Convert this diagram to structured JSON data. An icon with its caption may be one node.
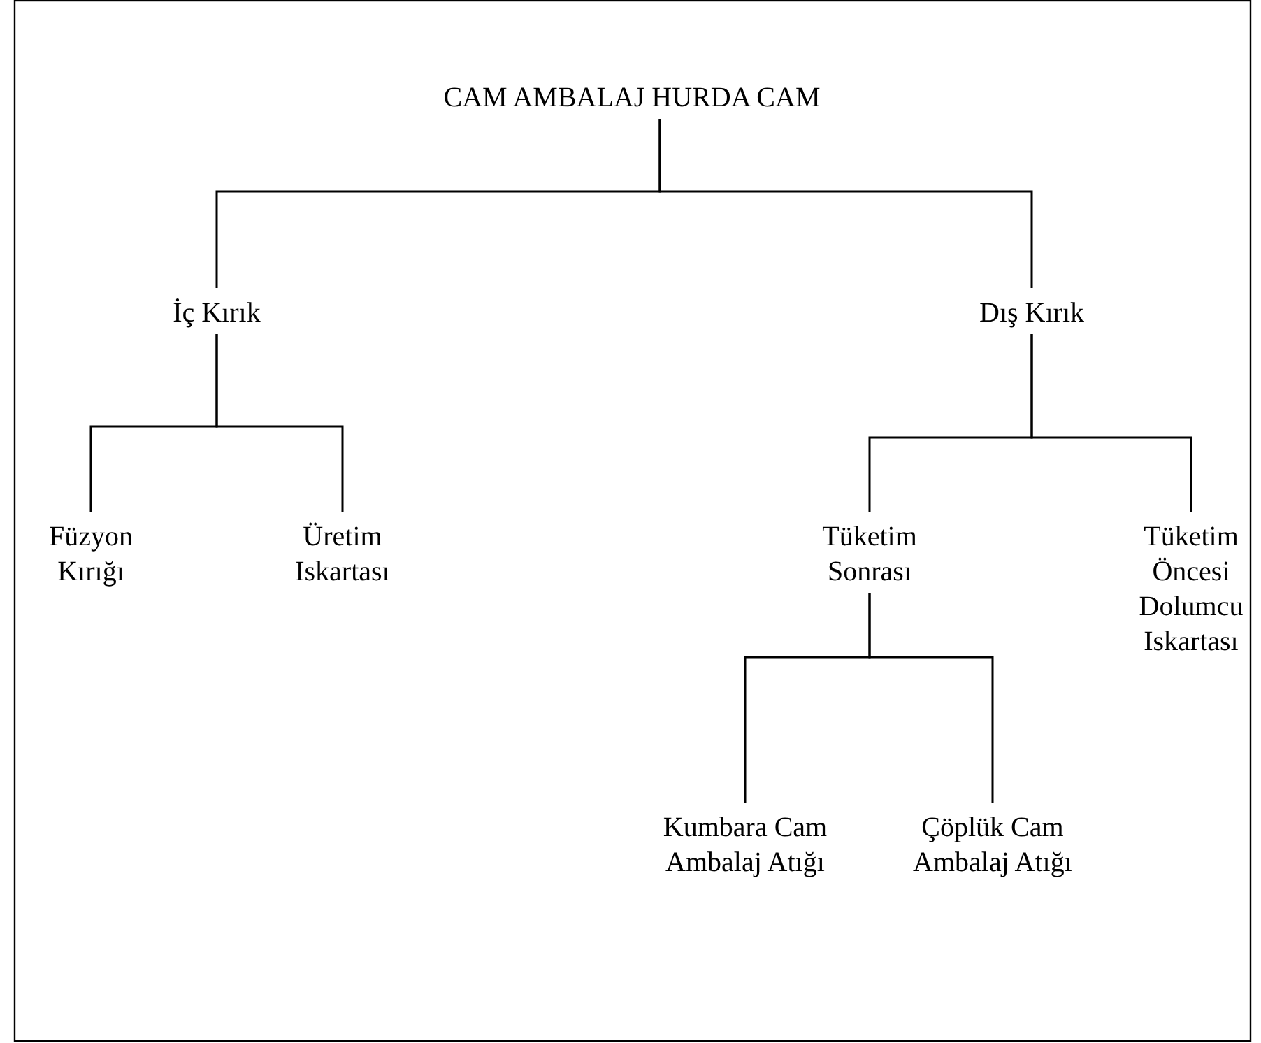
{
  "diagram": {
    "nodes": [
      {
        "text": [
          "CAM AMBALAJ HURDA CAM"
        ]
      },
      {
        "text": [
          "İç Kırık"
        ]
      },
      {
        "text": [
          "Dış Kırık"
        ]
      },
      {
        "text": [
          "Füzyon Kırığı"
        ]
      },
      {
        "text": [
          "Üretim Iskartası"
        ]
      },
      {
        "text": [
          "Tüketim Sonrası"
        ]
      },
      {
        "text": [
          "Tüketim Öncesi Dolumcu Iskartası"
        ]
      },
      {
        "text": [
          "Kumbara Cam Ambalaj Atığı"
        ]
      },
      {
        "text": [
          "Çöplük Cam Ambalaj Atığı"
        ]
      }
    ],
    "edges": [
      {
        "from": 0,
        "to": 1,
        "arrow": "none"
      },
      {
        "from": 0,
        "to": 2,
        "arrow": "none"
      },
      {
        "from": 1,
        "to": 3,
        "arrow": "none"
      },
      {
        "from": 1,
        "to": 4,
        "arrow": "none"
      },
      {
        "from": 2,
        "to": 5,
        "arrow": "none"
      },
      {
        "from": 2,
        "to": 6,
        "arrow": "none"
      },
      {
        "from": 5,
        "to": 7,
        "arrow": "none"
      },
      {
        "from": 5,
        "to": 8,
        "arrow": "none"
      }
    ]
  }
}
